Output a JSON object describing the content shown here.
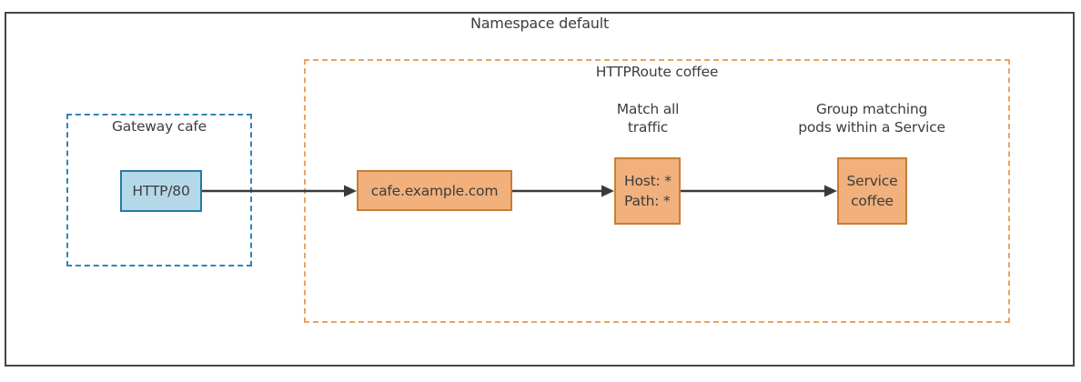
{
  "diagram": {
    "namespace_label": "Namespace default",
    "gateway": {
      "label": "Gateway cafe",
      "listener_label": "HTTP/80"
    },
    "httproute": {
      "label": "HTTPRoute coffee",
      "hostname_label": "cafe.example.com",
      "match_annotation_line1": "Match all",
      "match_annotation_line2": "traffic",
      "rule_host": "Host: *",
      "rule_path": "Path: *",
      "backend_annotation_line1": "Group matching",
      "backend_annotation_line2": "pods within a Service",
      "service_line1": "Service",
      "service_line2": "coffee"
    },
    "colors": {
      "frame_border": "#464646",
      "gateway_dash": "#2e86b5",
      "listener_fill": "#b5d8e8",
      "listener_border": "#2579a9",
      "httproute_dash": "#eba35f",
      "orange_fill": "#f1b07c",
      "orange_border": "#c87f33",
      "arrow": "#3a3a3a",
      "text": "#3d3d3d"
    }
  }
}
